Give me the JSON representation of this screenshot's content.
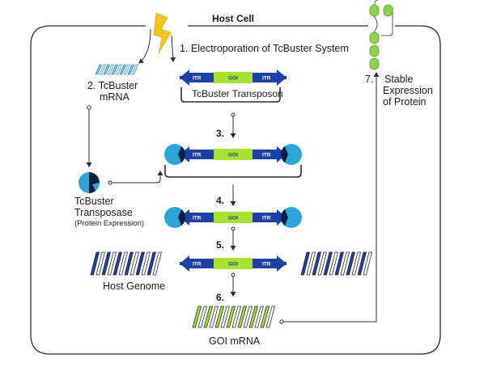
{
  "title": "Host Cell",
  "steps": {
    "s1": "1. Electroporation of TcBuster System",
    "s2a": "2. TcBuster",
    "s2b": "mRNA",
    "s3": "3.",
    "s4": "4.",
    "s5": "5.",
    "s6": "6.",
    "s7a": "7.",
    "s7b": "Stable",
    "s7c": "Expression",
    "s7d": "of Protein"
  },
  "labels": {
    "transposon": "TcBuster Transposon",
    "transposase_a": "TcBuster",
    "transposase_b": "Transposase",
    "transposase_c": "(Protein Expression)",
    "host_genome": "Host Genome",
    "goi_mrna": "GOI mRNA",
    "itr": "ITR",
    "goi": "GOI"
  },
  "colors": {
    "itr_blue": "#1d3fa6",
    "goi_green": "#a6e22e",
    "enzyme_cyan": "#2aa7d9",
    "enzyme_dark": "#0d1d44",
    "rna_cyan": "#6cc3e6",
    "genome_blue": "#1d3fa6",
    "outline": "#2b2b2b",
    "bolt_yellow": "#f5c518",
    "protein_green": "#8fd14f"
  },
  "icons": {
    "bolt": "lightning-bolt-icon",
    "transposase": "transposase-enzyme-icon",
    "mrna": "mrna-strand-icon",
    "protein": "protein-chain-icon"
  }
}
